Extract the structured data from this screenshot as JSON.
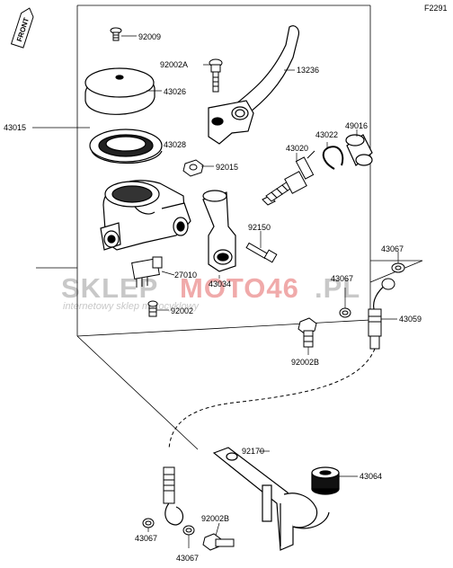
{
  "diagram_code": "F2291",
  "front_label": "FRONT",
  "watermark": {
    "part1": "SKLEP",
    "part2": "MOTO46",
    "part3": ".PL",
    "tagline": "internetowy sklep motocyklowy",
    "color_gray": "#c8c8c8",
    "color_red": "#f0aaaa"
  },
  "labels": {
    "p92009": "92009",
    "p92002a": "92002A",
    "p13236": "13236",
    "p43026": "43026",
    "p43015": "43015",
    "p43028": "43028",
    "p49016": "49016",
    "p43022": "43022",
    "p43020": "43020",
    "p92015": "92015",
    "p92150": "92150",
    "p43067a": "43067",
    "p27010": "27010",
    "p43034": "43034",
    "p43067b": "43067",
    "p92002": "92002",
    "p43059": "43059",
    "p92002b_top": "92002B",
    "p92170": "92170",
    "p43064": "43064",
    "p92002b_bottom": "92002B",
    "p43067c": "43067",
    "p43067d": "43067"
  }
}
